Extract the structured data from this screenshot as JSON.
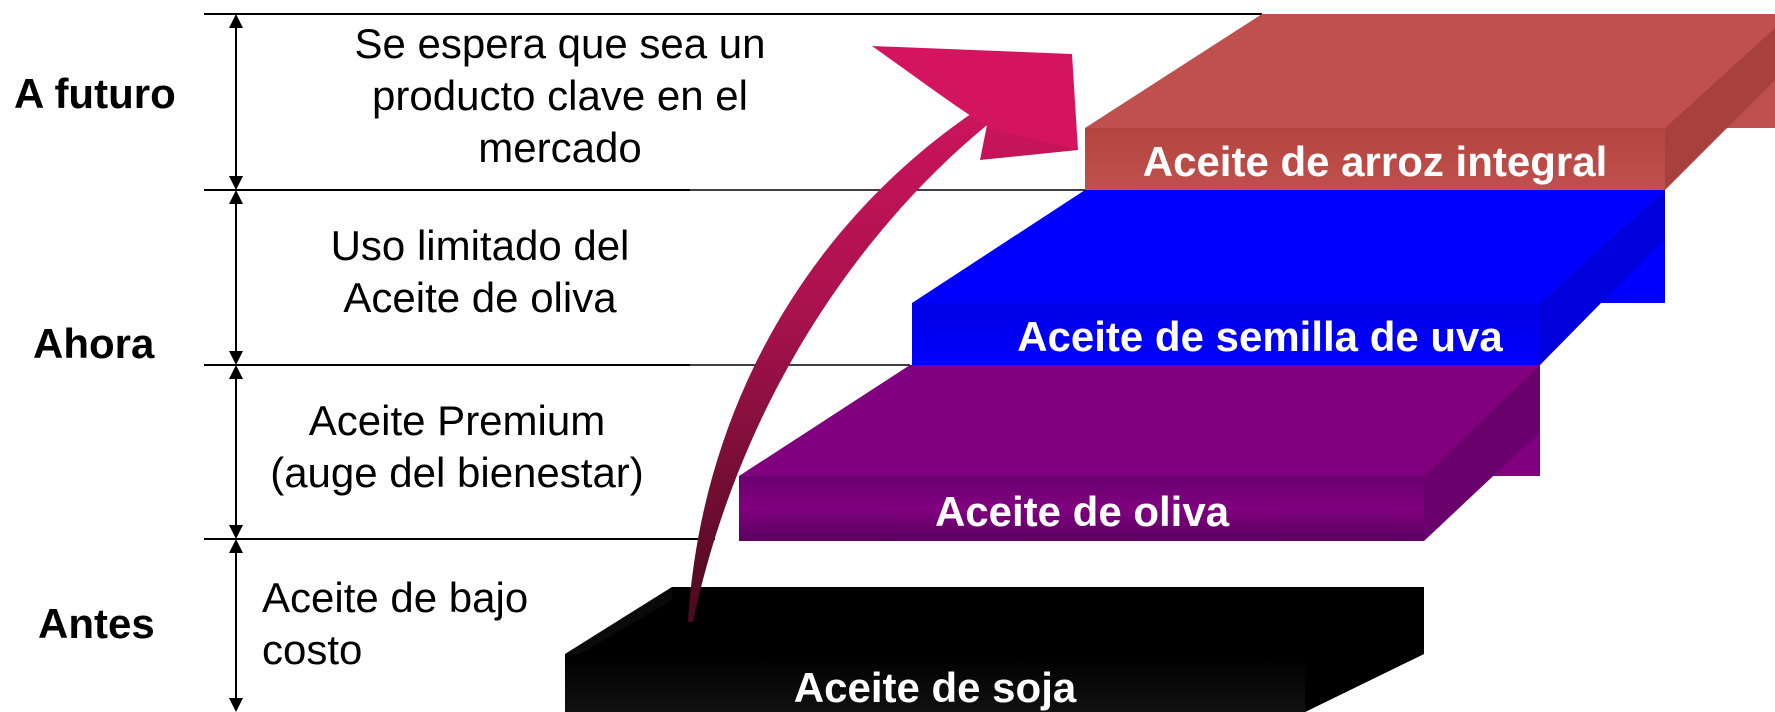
{
  "periods": {
    "future": "A futuro",
    "now": "Ahora",
    "before": "Antes"
  },
  "descriptions": {
    "future": [
      "Se espera que sea un",
      "producto clave en el",
      "mercado"
    ],
    "limited": [
      "Uso limitado del",
      "Aceite de oliva"
    ],
    "premium": [
      "Aceite Premium",
      "(auge del bienestar)"
    ],
    "low_cost": [
      "Aceite de bajo",
      "costo"
    ]
  },
  "steps": [
    {
      "label": "Aceite de soja",
      "color": "#000000"
    },
    {
      "label": "Aceite de oliva",
      "color": "#800080"
    },
    {
      "label": "Aceite de semilla de uva",
      "color": "#0000ff"
    },
    {
      "label": "Aceite de arroz integral",
      "color": "#c0504d"
    }
  ],
  "arrow_color": "#c8145a"
}
